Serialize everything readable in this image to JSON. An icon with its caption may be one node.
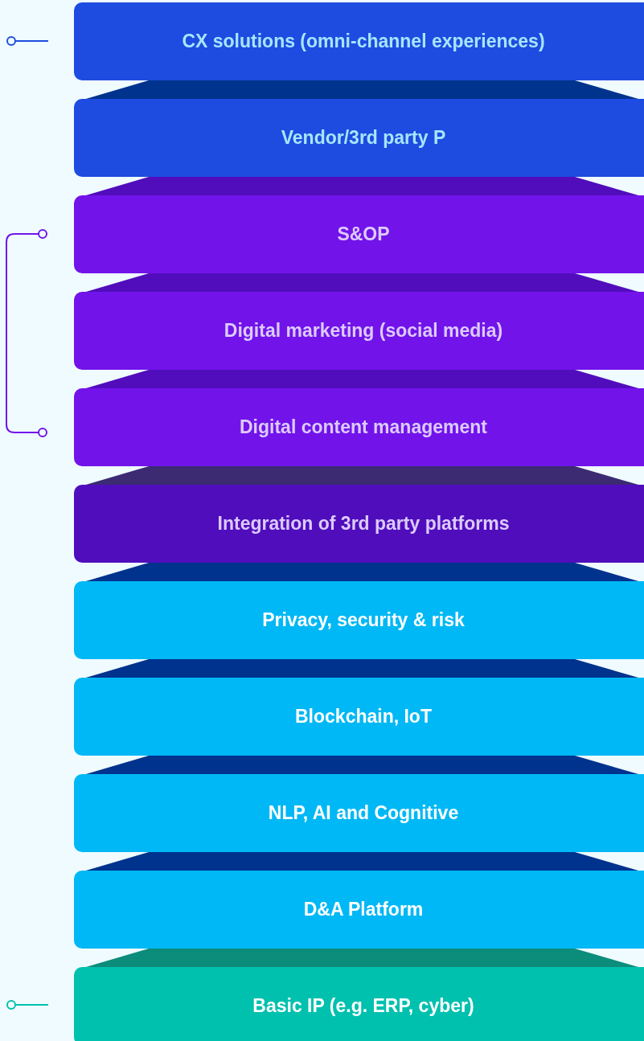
{
  "diagram": {
    "nodes": [
      {
        "text": [
          "CX solutions (omni-channel experiences)"
        ]
      },
      {
        "text": [
          "Vendor/3rd party P"
        ]
      },
      {
        "text": [
          "S&OP"
        ]
      },
      {
        "text": [
          "Digital marketing (social media)"
        ]
      },
      {
        "text": [
          "Digital content management"
        ]
      },
      {
        "text": [
          "Integration of 3rd party platforms"
        ]
      },
      {
        "text": [
          "Privacy, security & risk"
        ]
      },
      {
        "text": [
          "Blockchain, IoT"
        ]
      },
      {
        "text": [
          "NLP, AI and Cognitive"
        ]
      },
      {
        "text": [
          "D&A Platform"
        ]
      },
      {
        "text": [
          "Basic IP (e.g. ERP, cyber)"
        ]
      }
    ]
  }
}
